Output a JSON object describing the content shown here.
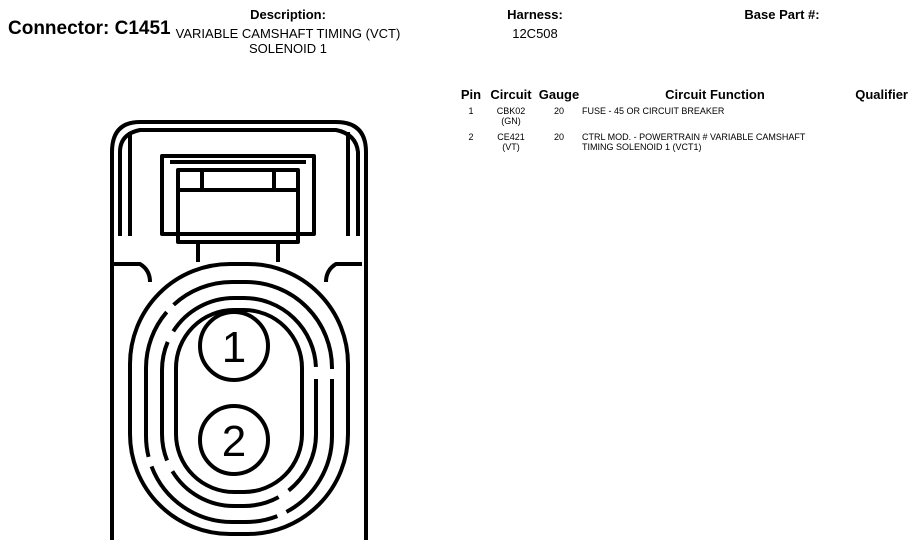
{
  "header": {
    "connector_label": "Connector:",
    "connector_id": "C1451",
    "description_label": "Description:",
    "description_line1": "VARIABLE CAMSHAFT TIMING (VCT)",
    "description_line2": "SOLENOID 1",
    "harness_label": "Harness:",
    "harness_value": "12C508",
    "base_part_label": "Base Part #:",
    "base_part_value": ""
  },
  "table": {
    "headers": {
      "pin": "Pin",
      "circuit": "Circuit",
      "gauge": "Gauge",
      "function": "Circuit Function",
      "qualifier": "Qualifier"
    },
    "rows": [
      {
        "pin": "1",
        "circuit_code": "CBK02",
        "circuit_color": "(GN)",
        "gauge": "20",
        "function_line1": "FUSE - 45 OR CIRCUIT BREAKER",
        "function_line2": "",
        "qualifier": ""
      },
      {
        "pin": "2",
        "circuit_code": "CE421",
        "circuit_color": "(VT)",
        "gauge": "20",
        "function_line1": "CTRL MOD. - POWERTRAIN # VARIABLE CAMSHAFT",
        "function_line2": "TIMING SOLENOID 1 (VCT1)",
        "qualifier": ""
      }
    ]
  },
  "diagram": {
    "pin1_label": "1",
    "pin2_label": "2"
  }
}
